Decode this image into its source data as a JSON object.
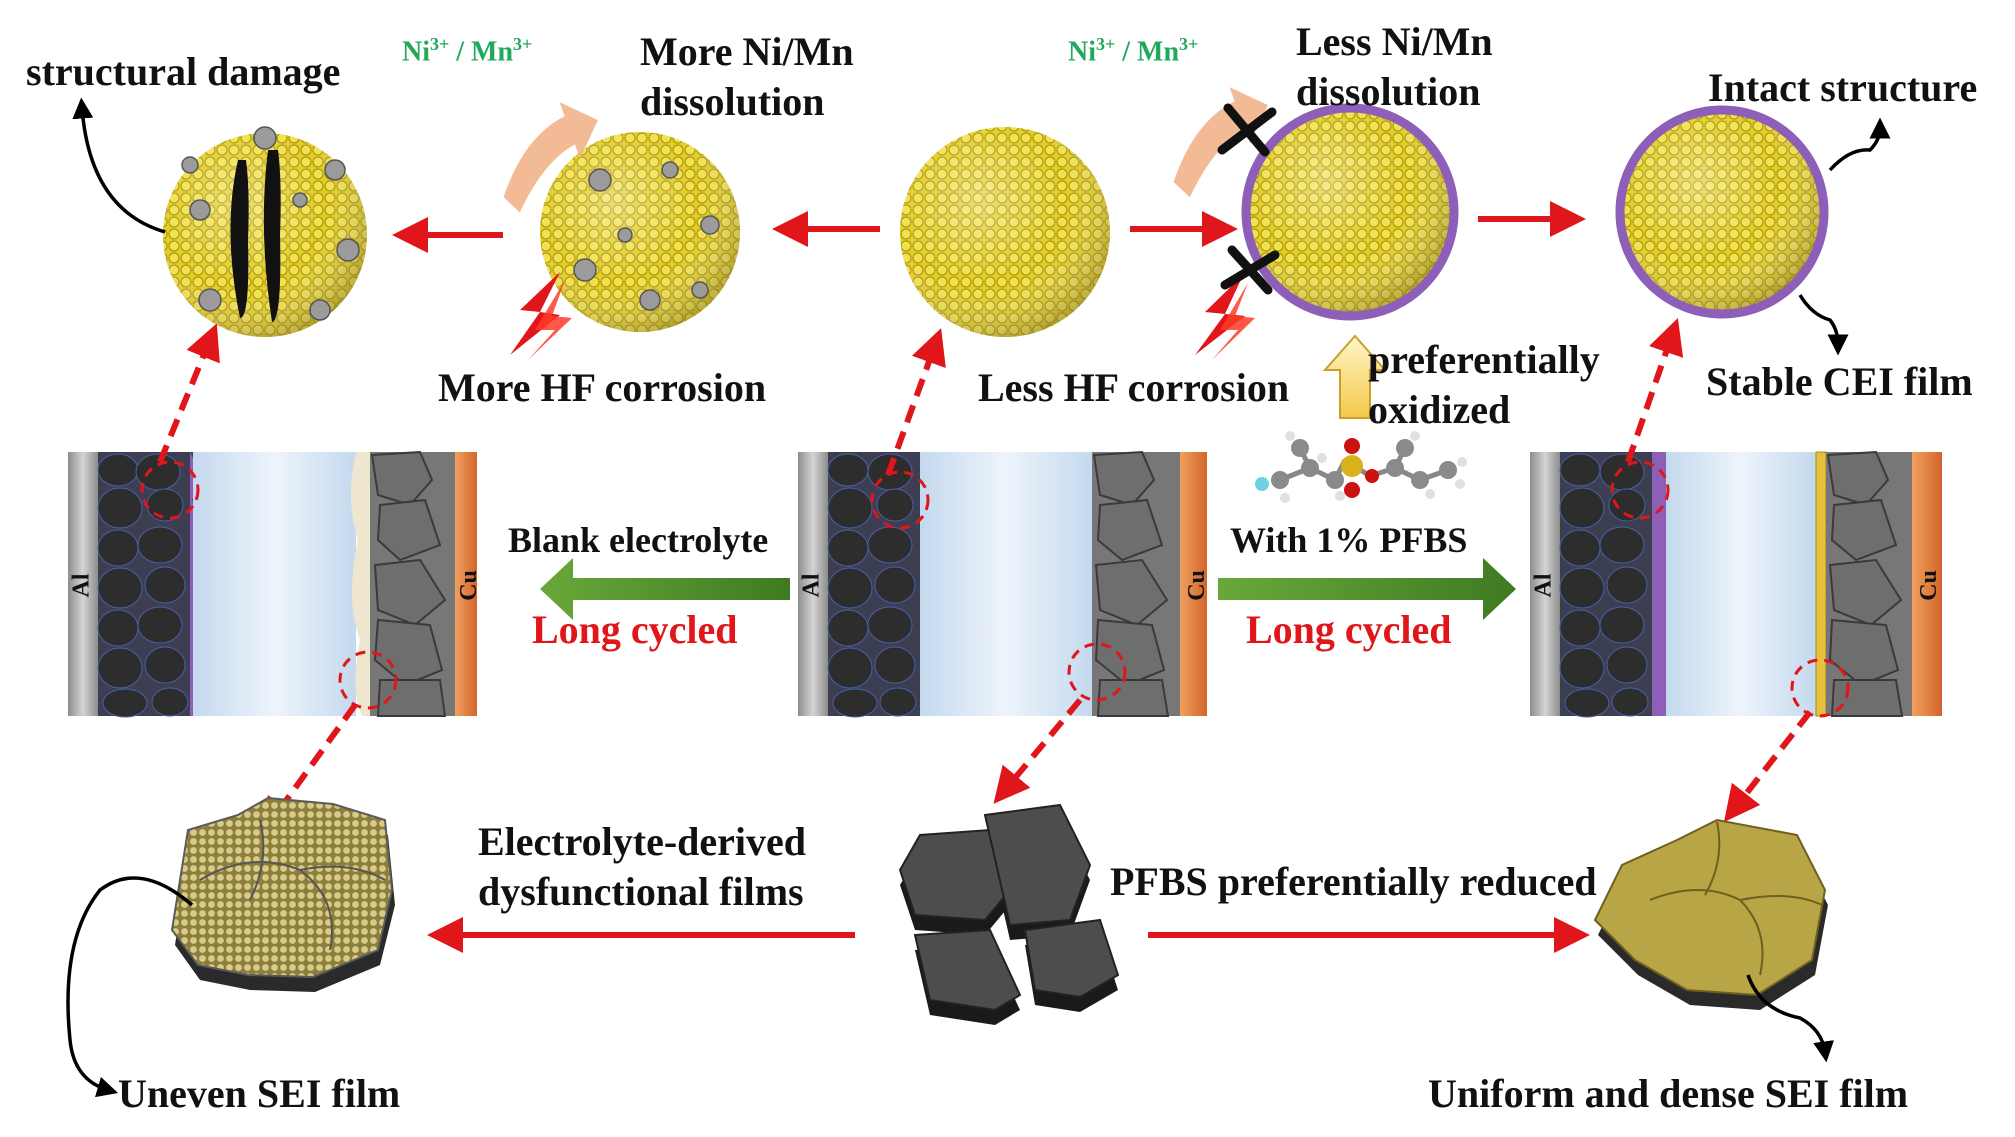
{
  "labels": {
    "structural_damage": "structural damage",
    "more_dissolution_1": "More Ni/Mn",
    "more_dissolution_2": "dissolution",
    "ni_mn_left": "Ni",
    "ni_mn_left_sup1": "3+",
    "ni_mn_left_mid": " / Mn",
    "ni_mn_left_sup2": "3+",
    "ni_mn_right": "Ni",
    "ni_mn_right_sup1": "3+",
    "ni_mn_right_mid": " / Mn",
    "ni_mn_right_sup2": "3+",
    "less_dissolution_1": "Less Ni/Mn",
    "less_dissolution_2": "dissolution",
    "intact_structure": "Intact structure",
    "more_hf": "More HF corrosion",
    "less_hf": "Less HF corrosion",
    "pref_oxidized_1": "preferentially",
    "pref_oxidized_2": "oxidized",
    "stable_cei": "Stable CEI film",
    "blank_electrolyte": "Blank electrolyte",
    "long_cycled_left": "Long cycled",
    "with_pfbs": "With 1% PFBS",
    "long_cycled_right": "Long cycled",
    "al_1": "Al",
    "cu_1": "Cu",
    "al_2": "Al",
    "cu_2": "Cu",
    "al_3": "Al",
    "cu_3": "Cu",
    "electrolyte_derived_1": "Electrolyte-derived",
    "electrolyte_derived_2": "dysfunctional films",
    "pfbs_reduced": "PFBS preferentially reduced",
    "uneven_sei": "Uneven SEI film",
    "uniform_sei": "Uniform and dense SEI film"
  },
  "colors": {
    "particle_yellow": "#e8d21c",
    "cei_purple": "#8e5fb8",
    "arrow_red": "#e0161a",
    "arrow_green": "#4f8a2a",
    "cu_orange": "#e58a45",
    "al_gray": "#a9a9a9",
    "electrolyte_blue": "#c9def2",
    "graphite_dark": "#555555",
    "sei_olive": "#b8a545",
    "text_green": "#22a85a"
  },
  "icons": {
    "hf": "lightning-bolt-icon",
    "block": "cross-mark-icon",
    "dissolve": "curved-arrow-icon"
  }
}
